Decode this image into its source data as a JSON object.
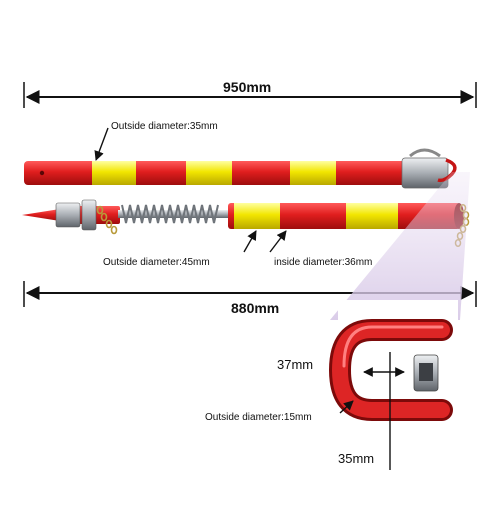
{
  "dimensions": {
    "top_length": "950mm",
    "bottom_length": "880mm",
    "top_outside_diameter": "Outside diameter:35mm",
    "bottom_outside_diameter": "Outside diameter:45mm",
    "bottom_inside_diameter": "inside diameter:36mm",
    "lock_width": "37mm",
    "lock_outside_diameter": "Outside diameter:15mm",
    "lock_height": "35mm"
  },
  "colors": {
    "tube_red": "#d91c1c",
    "tube_dark_red": "#9e0d0d",
    "reflective_yellow": "#f2e600",
    "metal": "#a9aeb4",
    "line": "#111111",
    "detail_fade": "#d6c7e6"
  },
  "icons": {
    "spring": "spring-icon",
    "chain": "chain-icon",
    "lock_ring": "lock-ring-icon"
  }
}
